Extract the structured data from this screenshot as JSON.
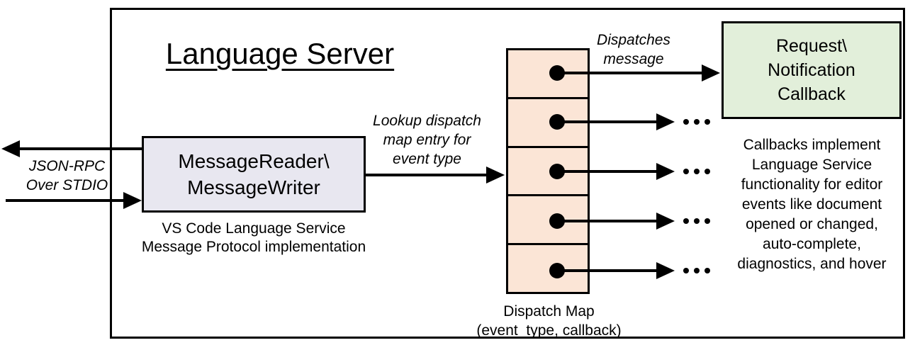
{
  "diagram": {
    "title": "Language Server",
    "colors": {
      "reader_fill": "#E8E7F0",
      "dispatch_fill": "#FBE5D6",
      "callback_fill": "#E2EFDA",
      "line": "#000000"
    },
    "stdio_label": {
      "line1": "JSON-RPC",
      "line2": "Over STDIO"
    },
    "reader_box": {
      "line1": "MessageReader\\",
      "line2": "MessageWriter"
    },
    "reader_caption": {
      "line1": "VS Code Language Service",
      "line2": "Message Protocol implementation"
    },
    "lookup_label": {
      "line1": "Lookup dispatch",
      "line2": "map entry for",
      "line3": "event type"
    },
    "dispatch_label": {
      "line1": "Dispatches",
      "line2": "message"
    },
    "dispatch_map": {
      "cell_count": 5,
      "caption_line1": "Dispatch Map",
      "caption_line2": "(event_type, callback)"
    },
    "callback_box": {
      "line1": "Request\\",
      "line2": "Notification",
      "line3": "Callback"
    },
    "more_indicator": "...",
    "callback_note": {
      "lines": [
        "Callbacks implement",
        "Language Service",
        "functionality for editor",
        "events like document",
        "opened or changed,",
        "auto-complete,",
        "diagnostics, and hover"
      ]
    }
  }
}
